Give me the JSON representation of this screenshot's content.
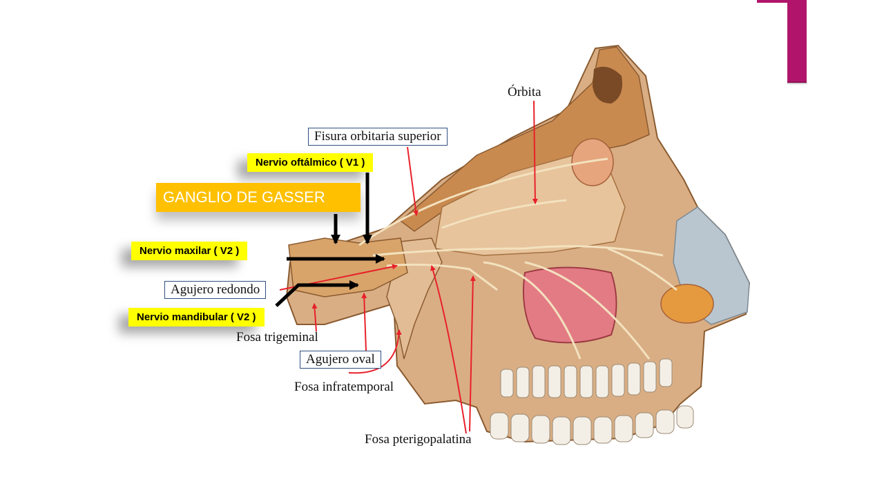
{
  "labels": {
    "orbita": "Órbita",
    "fisura": "Fisura orbitaria superior",
    "oftalmico": "Nervio  oftálmico  ( V1  )",
    "gasser": "GANGLIO DE GASSER",
    "maxilar": "Nervio  maxilar  ( V2 )",
    "redondo": "Agujero redondo",
    "mandibular": "Nervio  mandibular  ( V2 )",
    "fosa_trigeminal": "Fosa trigeminal",
    "oval": "Agujero oval",
    "infratemporal": "Fosa infratemporal",
    "pterigopalatina": "Fosa pterigopalatina"
  },
  "colors": {
    "accent": "#b0156b",
    "highlight": "#ffff00",
    "gasser": "#ffc000",
    "red_arrow": "#e8202a",
    "bone": "#d9ae84",
    "sinus": "#e37b85",
    "nose_cartilage": "#b9c6cf"
  }
}
